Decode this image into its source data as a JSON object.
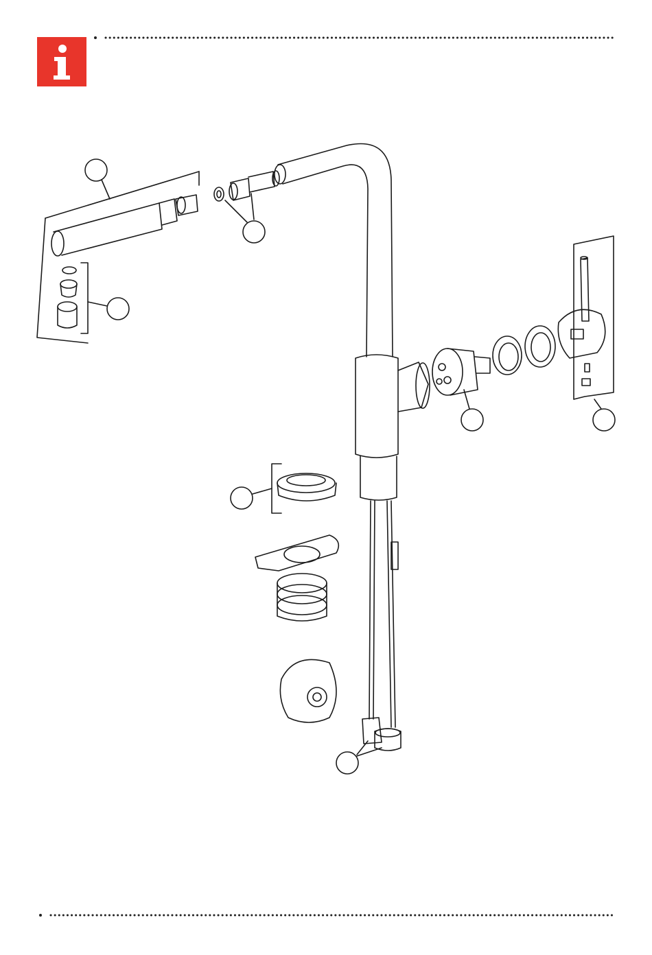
{
  "header": {
    "info_icon": "info-icon",
    "badge_color": "#e8352b"
  },
  "diagram": {
    "line_color": "#1a1a1a",
    "callouts": [
      {
        "id": "callout-spout-handspray",
        "label": ""
      },
      {
        "id": "callout-spout-connector",
        "label": ""
      },
      {
        "id": "callout-aerator-set",
        "label": ""
      },
      {
        "id": "callout-cartridge",
        "label": ""
      },
      {
        "id": "callout-handle-kit",
        "label": ""
      },
      {
        "id": "callout-base-ring",
        "label": ""
      },
      {
        "id": "callout-hoses",
        "label": ""
      }
    ]
  }
}
